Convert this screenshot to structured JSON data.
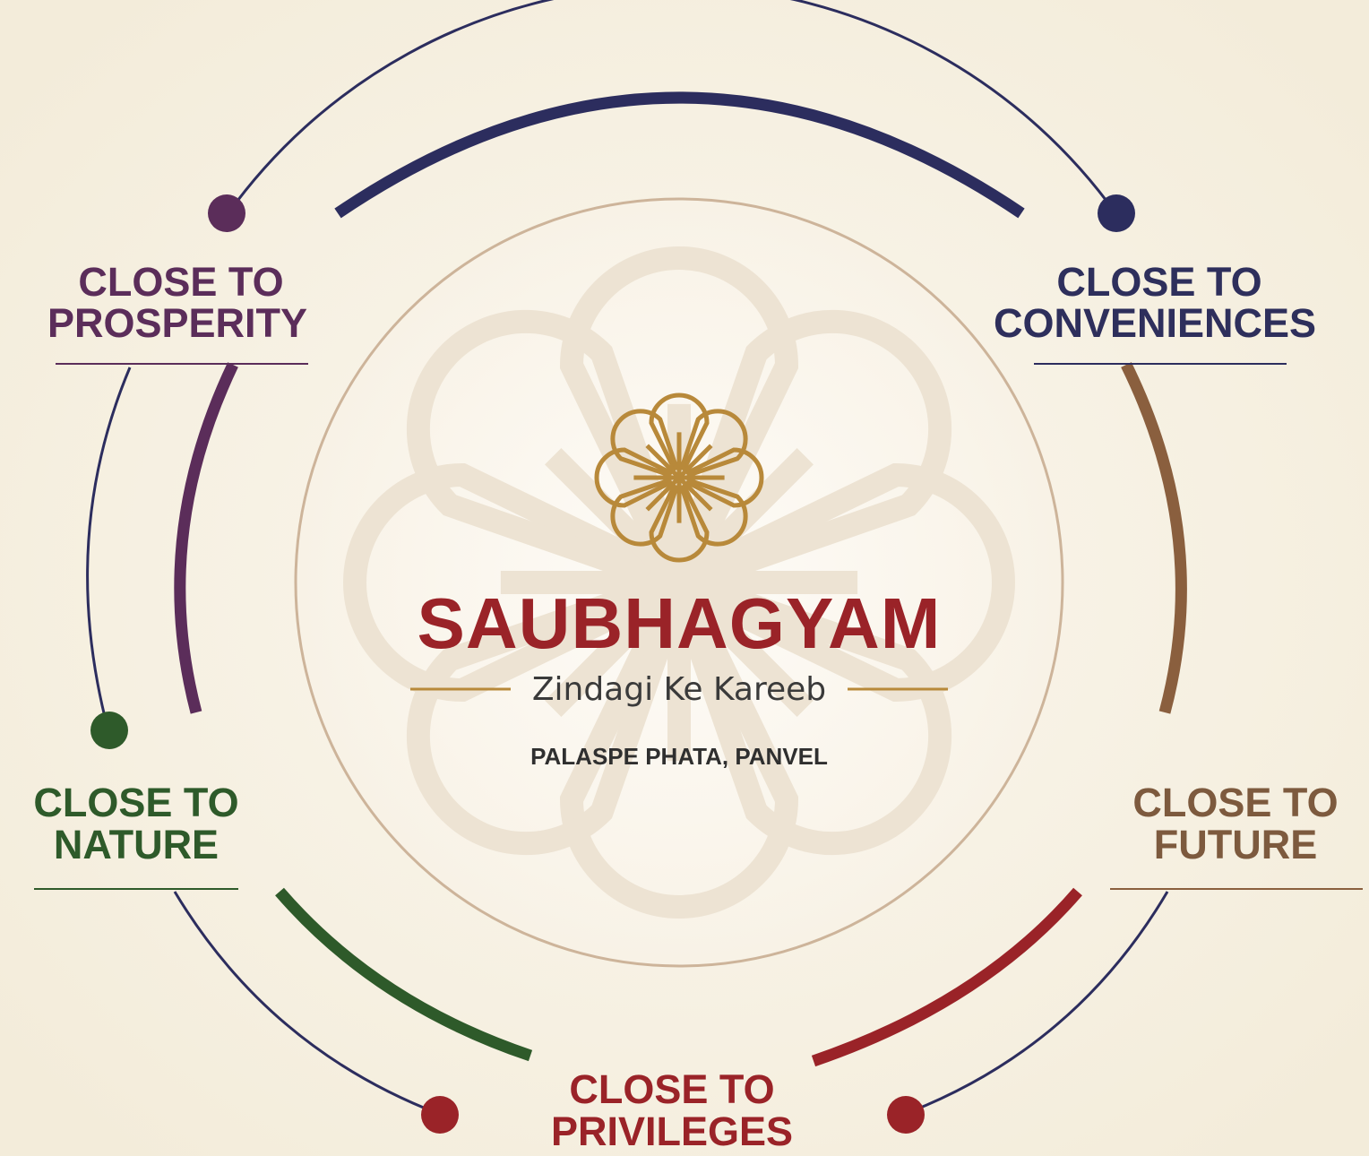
{
  "brand": {
    "name": "SAUBHAGYAM",
    "tagline": "Zindagi Ke Kareeb",
    "location": "PALASPE PHATA, PANVEL"
  },
  "categories": [
    {
      "id": "prosperity",
      "line1": "CLOSE TO",
      "line2": "PROSPERITY",
      "color": "#5b2d5a"
    },
    {
      "id": "conveniences",
      "line1": "CLOSE TO",
      "line2": "CONVENIENCES",
      "color": "#2e2f5c"
    },
    {
      "id": "nature",
      "line1": "CLOSE TO",
      "line2": "NATURE",
      "color": "#2e5a2a"
    },
    {
      "id": "future",
      "line1": "CLOSE TO",
      "line2": "FUTURE",
      "color": "#7d5a3e"
    },
    {
      "id": "privileges",
      "line1": "CLOSE TO",
      "line2": "PRIVILEGES",
      "color": "#9a2328"
    }
  ],
  "colors": {
    "background": "#f6f0e2",
    "navy": "#2c2d5e",
    "plum": "#5b2d5a",
    "green": "#2e5a2a",
    "brown": "#8a5f3e",
    "red": "#9a2328",
    "gold": "#b8893a",
    "brand_red": "#9a2328",
    "text_dark": "#3a3a3a",
    "watermark": "#ede3d3",
    "circle_stroke": "#cdb49a"
  },
  "icons": {
    "logo": "flower-logo-icon",
    "watermark": "flower-watermark-icon"
  }
}
